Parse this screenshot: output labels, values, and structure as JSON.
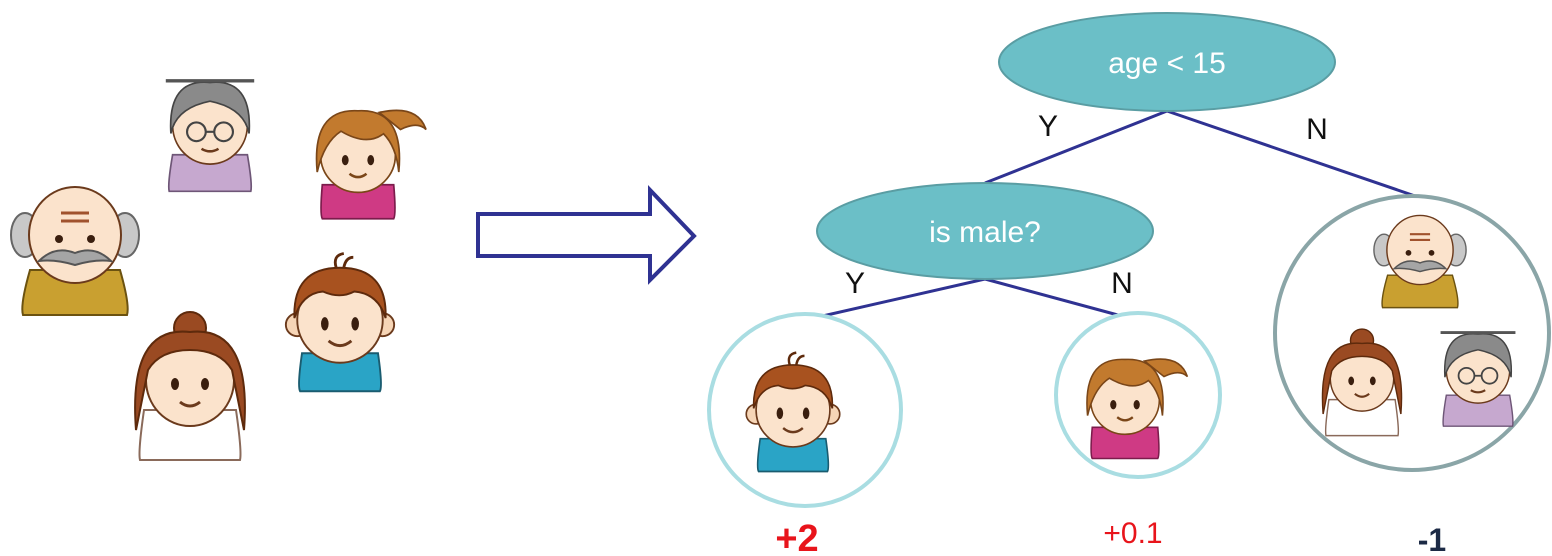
{
  "colors": {
    "node_fill": "#6bbfc7",
    "node_stroke": "#5a9da3",
    "edge": "#2f3292",
    "arrow": "#2f3292",
    "leaf_ring_light": "#a9dde2",
    "leaf_ring_dark": "#8aa5a7",
    "score_red": "#e8141b",
    "score_dark": "#1c2a45"
  },
  "nodes": {
    "root": {
      "label": "age < 15"
    },
    "child": {
      "label": "is male?"
    }
  },
  "edges": {
    "root_yes": "Y",
    "root_no": "N",
    "child_yes": "Y",
    "child_no": "N"
  },
  "leaves": {
    "boy": {
      "score": "+2",
      "icon": "boy-icon"
    },
    "girl": {
      "score": "+0.1",
      "icon": "girl-icon"
    },
    "adults": {
      "score": "-1",
      "icons": [
        "grandpa-icon",
        "mother-icon",
        "grandma-icon"
      ]
    }
  },
  "input_group": {
    "icons": [
      "grandma-icon",
      "girl-icon",
      "grandpa-icon",
      "boy-icon",
      "mother-icon"
    ]
  },
  "arrow": {
    "icon": "right-arrow-icon"
  }
}
